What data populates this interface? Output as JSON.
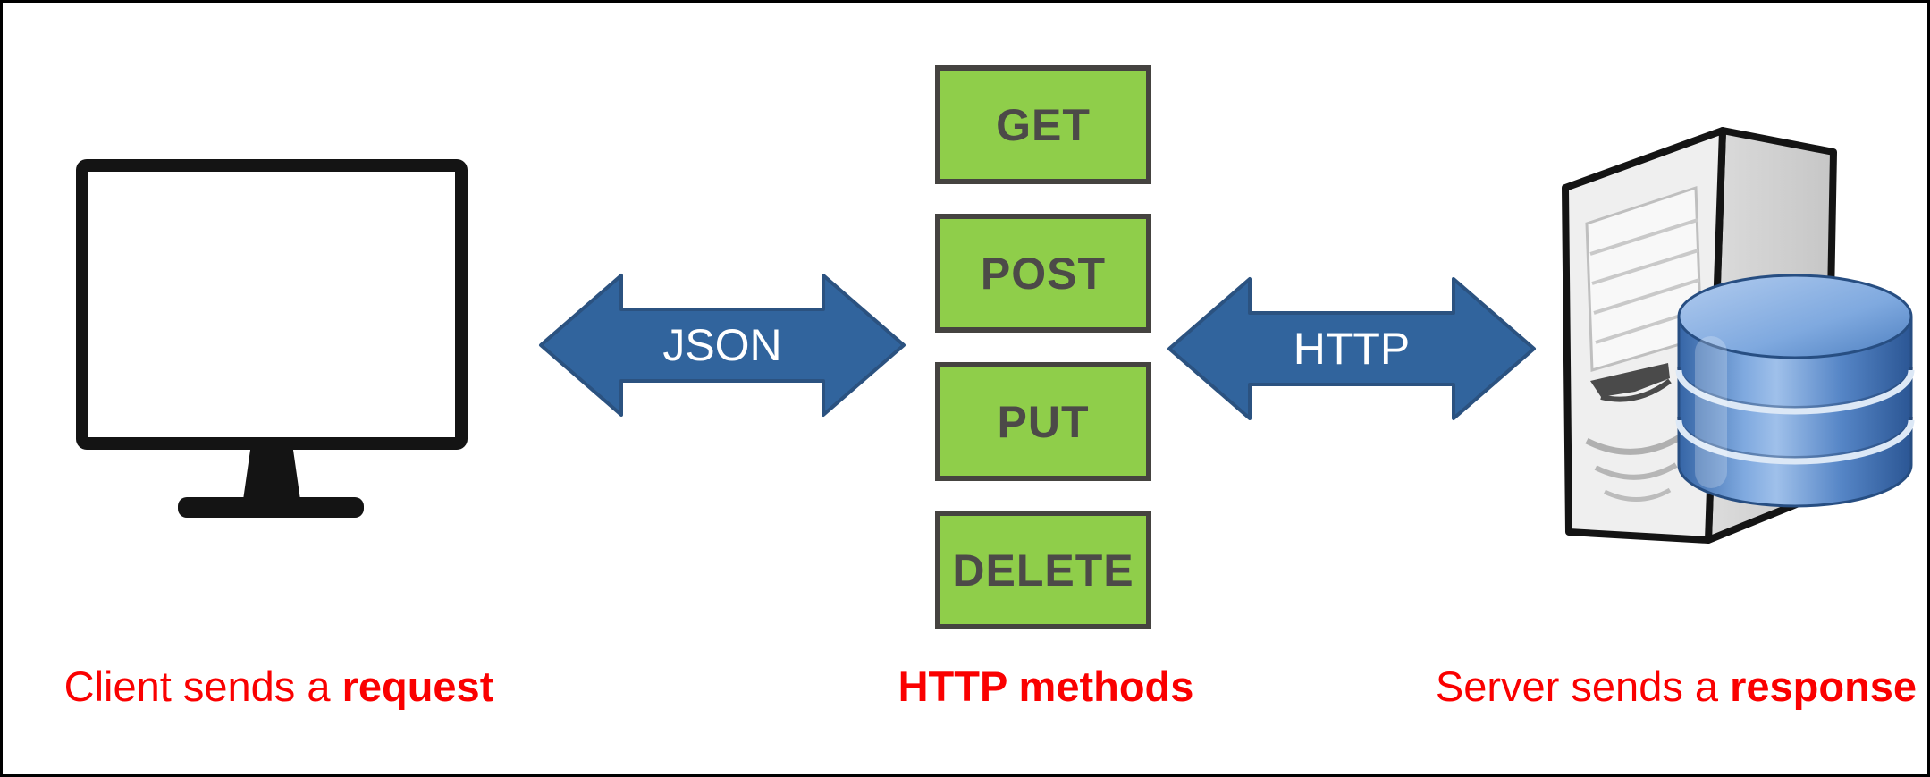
{
  "captions": {
    "client_regular": "Client sends a ",
    "client_bold": "request",
    "methods": "HTTP methods",
    "server_regular": "Server sends a ",
    "server_bold": "response"
  },
  "arrows": {
    "left_label": "JSON",
    "right_label": "HTTP"
  },
  "methods": {
    "boxes": [
      "GET",
      "POST",
      "PUT",
      "DELETE"
    ]
  },
  "icons": {
    "client": "monitor-icon",
    "left_arrow": "double-headed-arrow-icon",
    "right_arrow": "double-headed-arrow-icon",
    "server": "server-database-icon"
  },
  "colors": {
    "method_green": "#8FCE4A",
    "method_border": "#454340",
    "method_text": "#4C4A48",
    "arrow_blue": "#31649D",
    "arrow_border": "#2B5280",
    "arrow_text": "#FFFFFF",
    "caption_red": "#FA0000",
    "monitor_black": "#141414",
    "database_blue": "#4D7FC0",
    "tower_gray": "#EFEFEF"
  }
}
